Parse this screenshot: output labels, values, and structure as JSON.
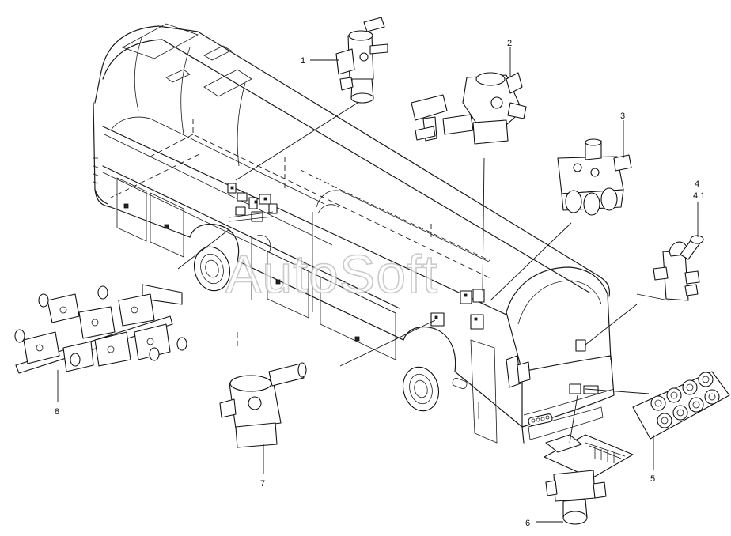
{
  "watermark": "AutoSoft",
  "callouts": [
    {
      "id": "1",
      "text": "1"
    },
    {
      "id": "2",
      "text": "2"
    },
    {
      "id": "3",
      "text": "3"
    },
    {
      "id": "4",
      "text": "4"
    },
    {
      "id": "4.1",
      "text": "4.1"
    },
    {
      "id": "5",
      "text": "5"
    },
    {
      "id": "6",
      "text": "6"
    },
    {
      "id": "7",
      "text": "7"
    },
    {
      "id": "8",
      "text": "8"
    }
  ]
}
